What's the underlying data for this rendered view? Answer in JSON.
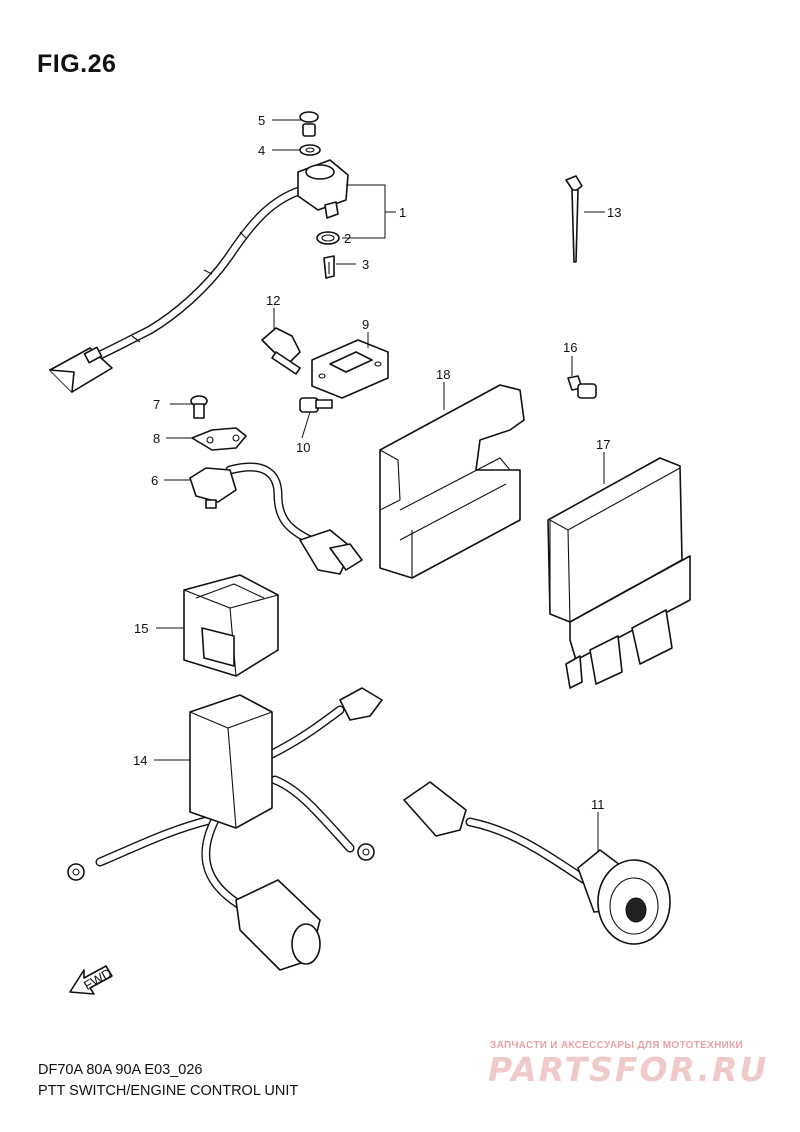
{
  "figure": {
    "title": "FIG.26"
  },
  "footer": {
    "model_code": "DF70A 80A 90A E03_026",
    "section_name": "PTT SWITCH/ENGINE CONTROL UNIT"
  },
  "direction_marker": {
    "label": "FWD"
  },
  "watermark": {
    "tagline": "ЗАПЧАСТИ И АКСЕССУАРЫ ДЛЯ МОТОТЕХНИКИ",
    "logo_text": "PARTSFOR.RU"
  },
  "callouts": {
    "c1": "1",
    "c2": "2",
    "c3": "3",
    "c4": "4",
    "c5": "5",
    "c6": "6",
    "c7": "7",
    "c8": "8",
    "c9": "9",
    "c10": "10",
    "c11": "11",
    "c12": "12",
    "c13": "13",
    "c14": "14",
    "c15": "15",
    "c16": "16",
    "c17": "17",
    "c18": "18"
  }
}
